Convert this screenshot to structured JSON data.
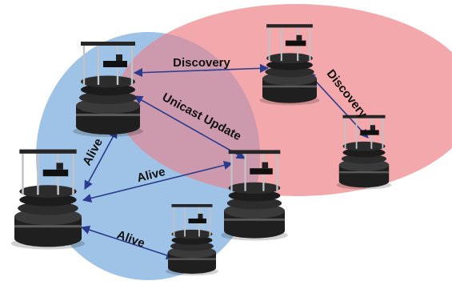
{
  "colors": {
    "region_blue": "#9fc3e6",
    "region_red": "#f3a8ab",
    "region_overlap": "#cc9aac",
    "arrow": "#2a3a8c",
    "robot_dark": "#1f1f1f",
    "robot_disc": "#2c2c2c",
    "robot_pole": "#bfc3c8",
    "label": "#111111"
  },
  "nodes": [
    {
      "id": "robot-top-left",
      "icon": "turtlebot-robot-icon"
    },
    {
      "id": "robot-top-right",
      "icon": "turtlebot-robot-icon"
    },
    {
      "id": "robot-far-right",
      "icon": "turtlebot-robot-icon"
    },
    {
      "id": "robot-left",
      "icon": "turtlebot-robot-icon"
    },
    {
      "id": "robot-center",
      "icon": "turtlebot-robot-icon"
    },
    {
      "id": "robot-bottom",
      "icon": "turtlebot-robot-icon"
    }
  ],
  "edges": [
    {
      "from": "robot-top-left",
      "to": "robot-top-right",
      "label": "Discovery"
    },
    {
      "from": "robot-top-right",
      "to": "robot-far-right",
      "label": "Discovery"
    },
    {
      "from": "robot-top-left",
      "to": "robot-center",
      "label": "Unicast Update"
    },
    {
      "from": "robot-top-left",
      "to": "robot-left",
      "label": "Alive"
    },
    {
      "from": "robot-center",
      "to": "robot-left",
      "label": "Alive"
    },
    {
      "from": "robot-bottom",
      "to": "robot-left",
      "label": "Alive"
    }
  ]
}
